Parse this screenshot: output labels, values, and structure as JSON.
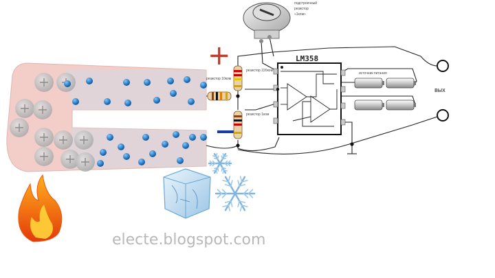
{
  "chip": {
    "label": "LM358"
  },
  "potentiometer": {
    "caption_lines": [
      "подстроечный",
      "резистор",
      "«1ком»"
    ]
  },
  "resistors": [
    {
      "caption": "резистор 10ком"
    },
    {
      "caption": "резистор 220ком"
    },
    {
      "caption": "резистор 1ком"
    }
  ],
  "polarity": {
    "plus": "+",
    "minus": "−",
    "plus_color": "#c0392b",
    "minus_color": "#1a3aa8"
  },
  "battery_caption": "источник питания",
  "output_label": "вых",
  "watermark": "electe.blogspot.com",
  "colors": {
    "thermocouple": "#f1c6c0",
    "electron": "#1c78c8",
    "flame": "#f07a1a",
    "ice": "#bcd9ef"
  }
}
